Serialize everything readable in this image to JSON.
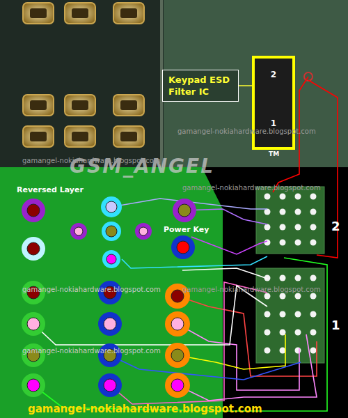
{
  "diagram": {
    "nodes": [
      {
        "text": [
          "Keypad ESD Filter IC"
        ]
      },
      {
        "text": [
          "2",
          "1"
        ]
      }
    ],
    "edges": [
      {
        "from": 0,
        "to": 1,
        "arrow": "none"
      }
    ],
    "labels": [
      "TM",
      "GSM_ANGEL",
      "Reversed Layer",
      "Power Key",
      "2",
      "1",
      "gamangel-nokiahardware.blogspot.com",
      "gamangel-nokiahardware.blogspot.com",
      "gamangel-nokiahardware.blogspot.com",
      "gamangel-nokiahardware.blogspot.com",
      "gamangel-nokiahardware.blogspot.com",
      "gamangel-nokiahardware.blogspot.com",
      "gamangel-nokiahardware.blogspot.com"
    ]
  }
}
